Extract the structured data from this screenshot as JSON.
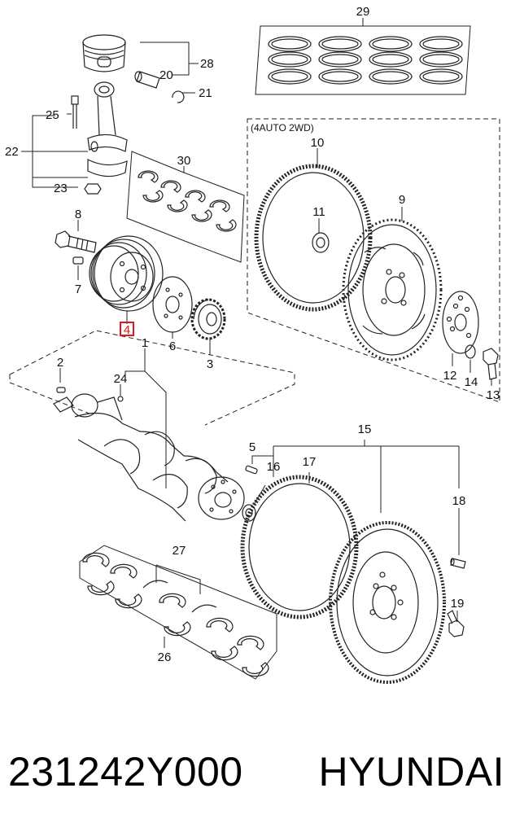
{
  "callouts": {
    "c1": "1",
    "c2": "2",
    "c3": "3",
    "c4": "4",
    "c5": "5",
    "c6": "6",
    "c7": "7",
    "c8": "8",
    "c9": "9",
    "c10": "10",
    "c11": "11",
    "c12": "12",
    "c13": "13",
    "c14": "14",
    "c15": "15",
    "c16": "16",
    "c17": "17",
    "c18": "18",
    "c19": "19",
    "c20": "20",
    "c21": "21",
    "c22": "22",
    "c23": "23",
    "c24": "24",
    "c25": "25",
    "c26": "26",
    "c27": "27",
    "c28": "28",
    "c29": "29",
    "c30": "30"
  },
  "variant_label": "(4AUTO 2WD)",
  "highlight_color": "#e8141c",
  "part_number": "231242Y000",
  "brand": "HYUNDAI"
}
